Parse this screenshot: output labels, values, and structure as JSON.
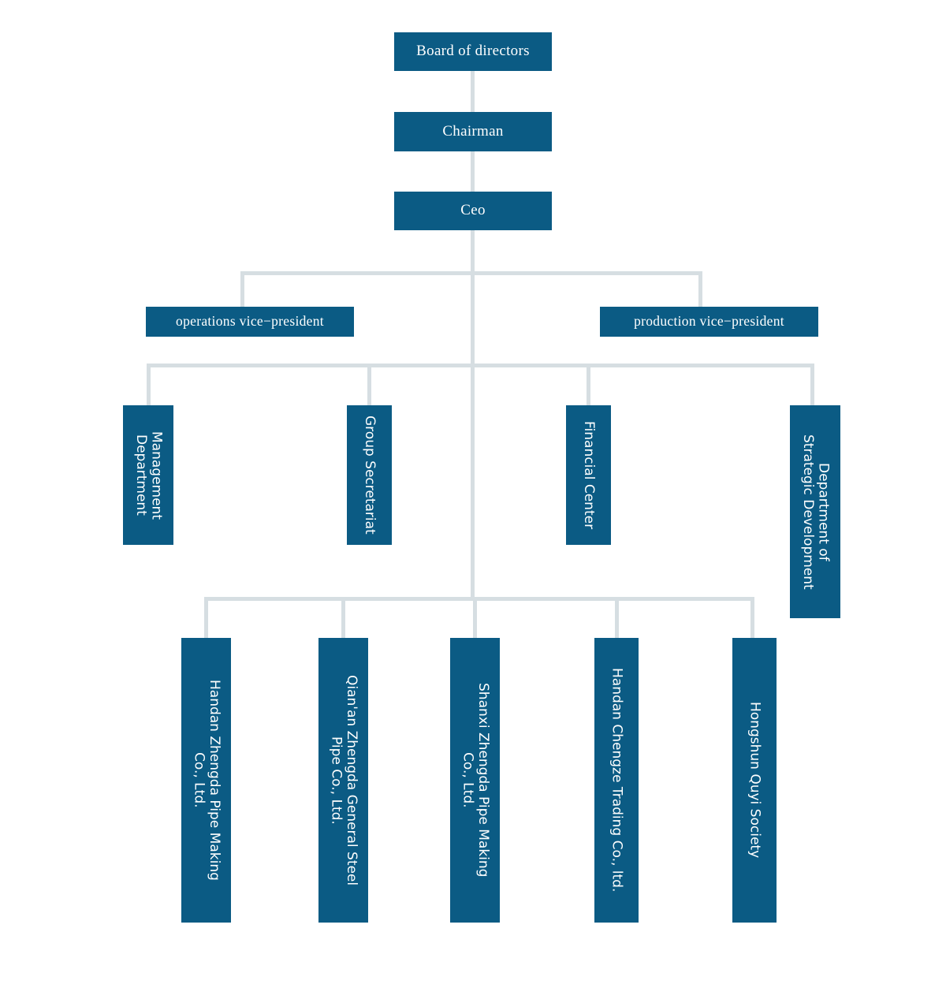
{
  "chart_data": {
    "type": "diagram",
    "title": "Organizational Structure Chart",
    "diagram_kind": "org-chart",
    "orientation": "top-down",
    "colors": {
      "node_fill": "#0b5b84",
      "node_text": "#ffffff",
      "connector": "#d6dee2",
      "background": "#ffffff"
    },
    "levels": [
      {
        "level": 1,
        "nodes": [
          "Board of directors"
        ]
      },
      {
        "level": 2,
        "nodes": [
          "Chairman"
        ]
      },
      {
        "level": 3,
        "nodes": [
          "Ceo"
        ]
      },
      {
        "level": 4,
        "nodes": [
          "operations vice−president",
          "production vice−president"
        ]
      },
      {
        "level": 5,
        "nodes": [
          "Management Department",
          "Group Secretariat",
          "Financial Center",
          "Department of Strategic Development"
        ]
      },
      {
        "level": 6,
        "nodes": [
          "Handan Zhengda Pipe Making Co., Ltd.",
          "Qian'an Zhengda General Steel Pipe Co., Ltd.",
          "Shanxi Zhengda Pipe Making Co., Ltd.",
          "Handan Chengze Trading Co., ltd.",
          "Hongshun Quyi Society"
        ]
      }
    ]
  },
  "nodes": {
    "board": {
      "label": "Board of directors"
    },
    "chairman": {
      "label": "Chairman"
    },
    "ceo": {
      "label": "Ceo"
    },
    "operations_vp": {
      "label": "operations vice−president"
    },
    "production_vp": {
      "label": "production vice−president"
    },
    "management_department": {
      "label": "Management\nDepartment"
    },
    "group_secretariat": {
      "label": "Group Secretariat"
    },
    "financial_center": {
      "label": "Financial Center"
    },
    "strategic_development": {
      "label": "Department of\nStrategic Development"
    },
    "handan_zhengda": {
      "label": "Handan Zhengda Pipe Making\nCo., Ltd."
    },
    "qianan_zhengda": {
      "label": "Qian'an Zhengda General Steel\nPipe Co., Ltd."
    },
    "shanxi_zhengda": {
      "label": "Shanxi Zhengda Pipe Making\nCo., Ltd."
    },
    "handan_chengze": {
      "label": "Handan Chengze Trading Co., ltd."
    },
    "hongshun_quyi": {
      "label": "Hongshun Quyi Society"
    }
  }
}
